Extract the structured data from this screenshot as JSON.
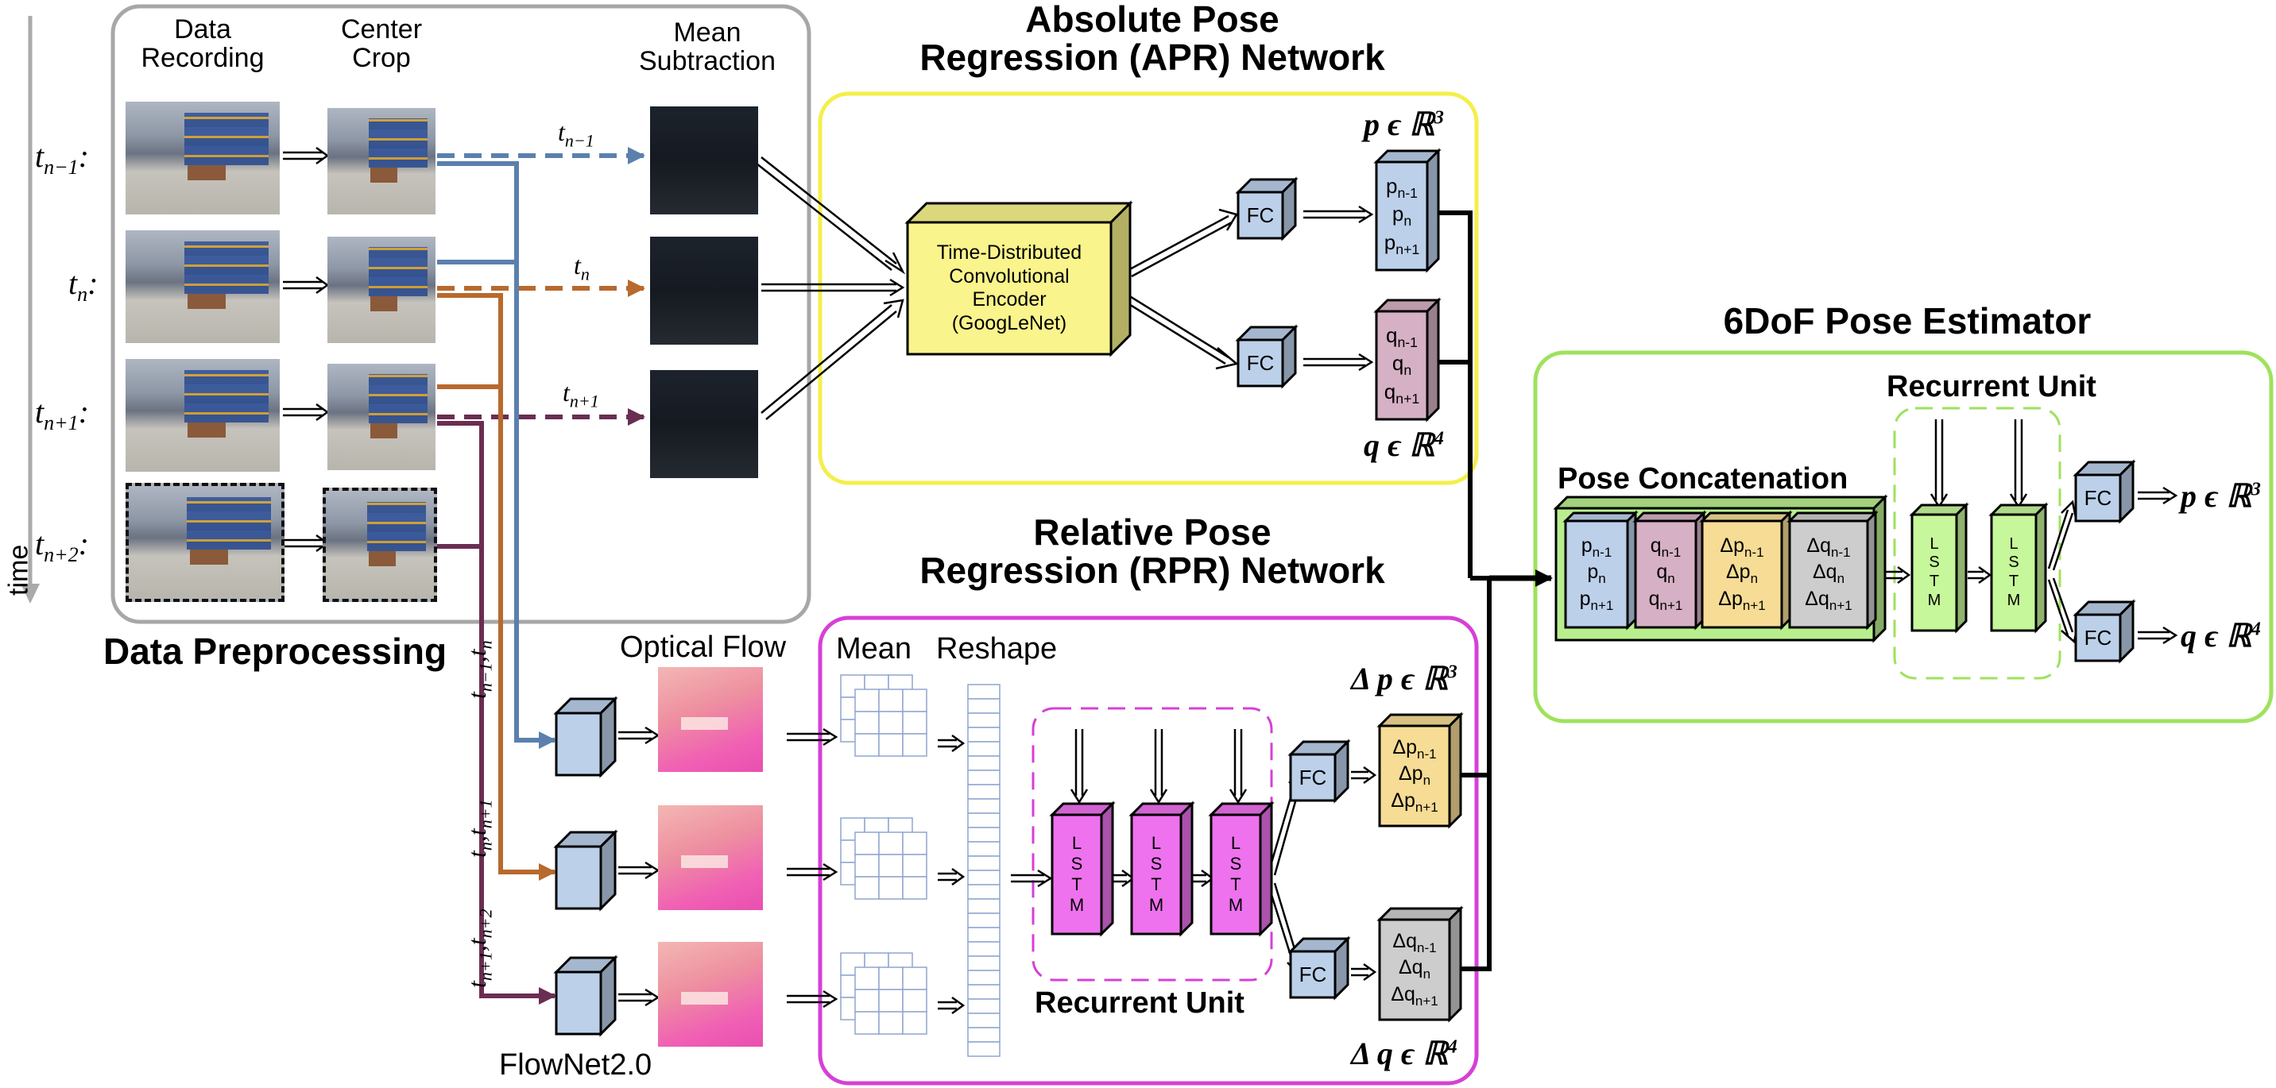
{
  "sections": {
    "preprocessing": "Data Preprocessing",
    "apr_line1": "Absolute Pose",
    "apr_line2": "Regression (APR) Network",
    "rpr_line1": "Relative Pose",
    "rpr_line2": "Regression (RPR) Network",
    "estimator": "6DoF Pose Estimator"
  },
  "preprocessing": {
    "col1_line1": "Data",
    "col1_line2": "Recording",
    "col2_line1": "Center",
    "col2_line2": "Crop",
    "col3_line1": "Mean",
    "col3_line2": "Subtraction",
    "time_label": "time",
    "rows": [
      "t",
      "t",
      "t",
      "t"
    ],
    "row_subs": [
      "n−1",
      "n",
      "n+1",
      "n+2"
    ],
    "arrow_labels": [
      "t",
      "t",
      "t"
    ],
    "arrow_subs": [
      "n−1",
      "n",
      "n+1"
    ]
  },
  "apr": {
    "encoder_lines": [
      "Time-Distributed",
      "Convolutional",
      "Encoder",
      "(GoogLeNet)"
    ],
    "fc": "FC",
    "p_items": [
      "p",
      "p",
      "p"
    ],
    "p_subs": [
      "n-1",
      "n",
      "n+1"
    ],
    "q_items": [
      "q",
      "q",
      "q"
    ],
    "q_subs": [
      "n-1",
      "n",
      "n+1"
    ],
    "p_space": "p ϵ ℝ",
    "p_exp": "3",
    "q_space": "q ϵ ℝ",
    "q_exp": "4"
  },
  "rpr": {
    "optical_flow": "Optical Flow",
    "flownet": "FlowNet2.0",
    "mean": "Mean",
    "reshape": "Reshape",
    "recurrent": "Recurrent Unit",
    "lstm_letters": [
      "L",
      "S",
      "T",
      "M"
    ],
    "fc": "FC",
    "pair_labels": [
      "t",
      "t",
      "t"
    ],
    "pair_subs_a": [
      "n−1",
      "n",
      "n+1"
    ],
    "pair_mid": [
      ",t",
      ",t",
      ",t"
    ],
    "pair_subs_b": [
      "n",
      "n+1",
      "n+2"
    ],
    "dp_items": [
      "Δp",
      "Δp",
      "Δp"
    ],
    "dp_subs": [
      "n-1",
      "n",
      "n+1"
    ],
    "dq_items": [
      "Δq",
      "Δq",
      "Δq"
    ],
    "dq_subs": [
      "n-1",
      "n",
      "n+1"
    ],
    "dp_space": "Δ p ϵ ℝ",
    "dp_exp": "3",
    "dq_space": "Δ q ϵ ℝ",
    "dq_exp": "4"
  },
  "estimator": {
    "concat": "Pose Concatenation",
    "recurrent": "Recurrent Unit",
    "fc": "FC",
    "p_space": "p ϵ ℝ",
    "p_exp": "3",
    "q_space": "q ϵ ℝ",
    "q_exp": "4",
    "blocks": [
      {
        "items": [
          "p",
          "p",
          "p"
        ],
        "subs": [
          "n-1",
          "n",
          "n+1"
        ],
        "color": "#bcd0ea"
      },
      {
        "items": [
          "q",
          "q",
          "q"
        ],
        "subs": [
          "n-1",
          "n",
          "n+1"
        ],
        "color": "#d6b0c4"
      },
      {
        "items": [
          "Δp",
          "Δp",
          "Δp"
        ],
        "subs": [
          "n-1",
          "n",
          "n+1"
        ],
        "color": "#f6dc95"
      },
      {
        "items": [
          "Δq",
          "Δq",
          "Δq"
        ],
        "subs": [
          "n-1",
          "n",
          "n+1"
        ],
        "color": "#cdcdcd"
      }
    ]
  },
  "colors": {
    "apr_border": "#f4ef4a",
    "rpr_border": "#d640d6",
    "estimator_border": "#9ee25c",
    "encoder": "#f9f48c",
    "fc": "#bcd0ea",
    "p_box": "#bcd0ea",
    "q_box": "#d6b0c4",
    "dp_box": "#f6dc95",
    "dq_box": "#cdcdcd",
    "lstm_rpr": "#ee72ee",
    "lstm_est": "#c6f79a",
    "arrow_blue": "#5b80ad",
    "arrow_orange": "#b8692d",
    "arrow_purple": "#6a2e52"
  }
}
